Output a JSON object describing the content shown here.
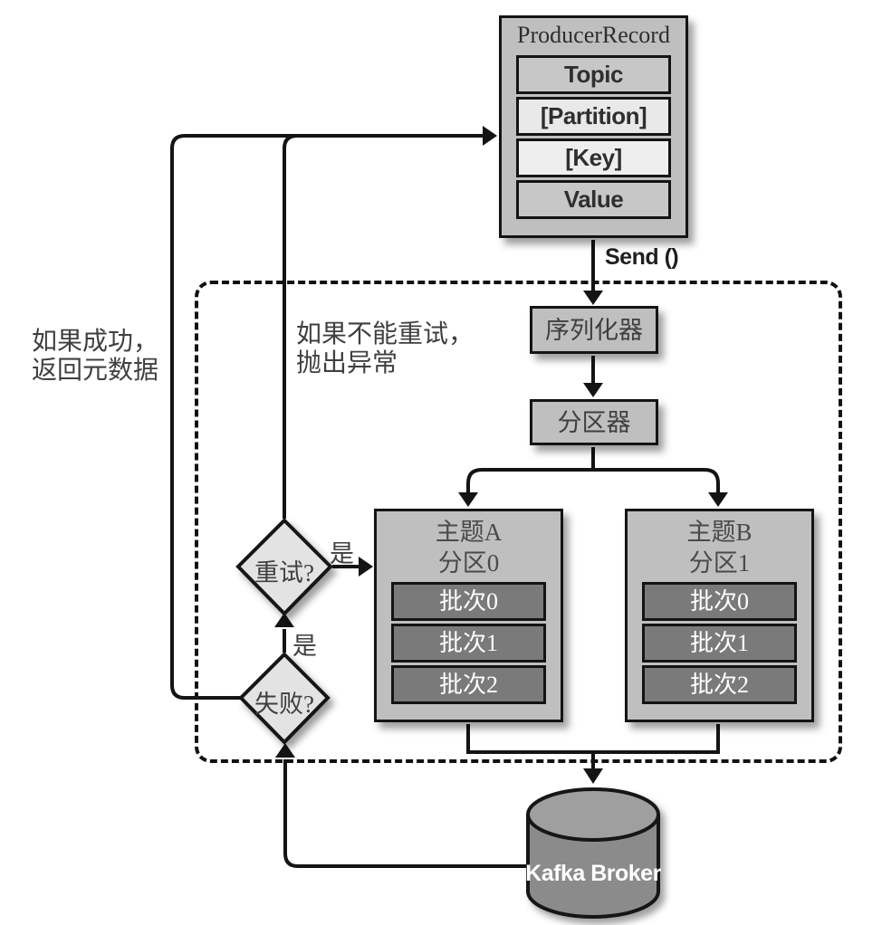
{
  "producer_record": {
    "title": "ProducerRecord",
    "fields": [
      "Topic",
      "[Partition]",
      "[Key]",
      "Value"
    ]
  },
  "send_label": "Send ()",
  "serializer_label": "序列化器",
  "partitioner_label": "分区器",
  "topic_a": {
    "title_line1": "主题A",
    "title_line2": "分区0",
    "batches": [
      "批次0",
      "批次1",
      "批次2"
    ]
  },
  "topic_b": {
    "title_line1": "主题B",
    "title_line2": "分区1",
    "batches": [
      "批次0",
      "批次1",
      "批次2"
    ]
  },
  "retry_label": "重试?",
  "fail_label": "失败?",
  "yes_retry": "是",
  "yes_fail": "是",
  "note_success": {
    "line1": "如果成功，",
    "line2": "返回元数据"
  },
  "note_exception": {
    "line1": "如果不能重试，",
    "line2": "抛出异常"
  },
  "broker_label": "Kafka Broker",
  "colors": {
    "box_gray": "#bfbfbf",
    "row_mid_gray": "#c7c7c7",
    "row_light_gray": "#e9e9e9",
    "batch_dark_gray": "#7a7a7a",
    "diamond_gray": "#e3e3e3",
    "cylinder_body": "#8b8b8b",
    "cylinder_top": "#9f9f9f",
    "line_black": "#141414",
    "background": "#ffffff"
  }
}
